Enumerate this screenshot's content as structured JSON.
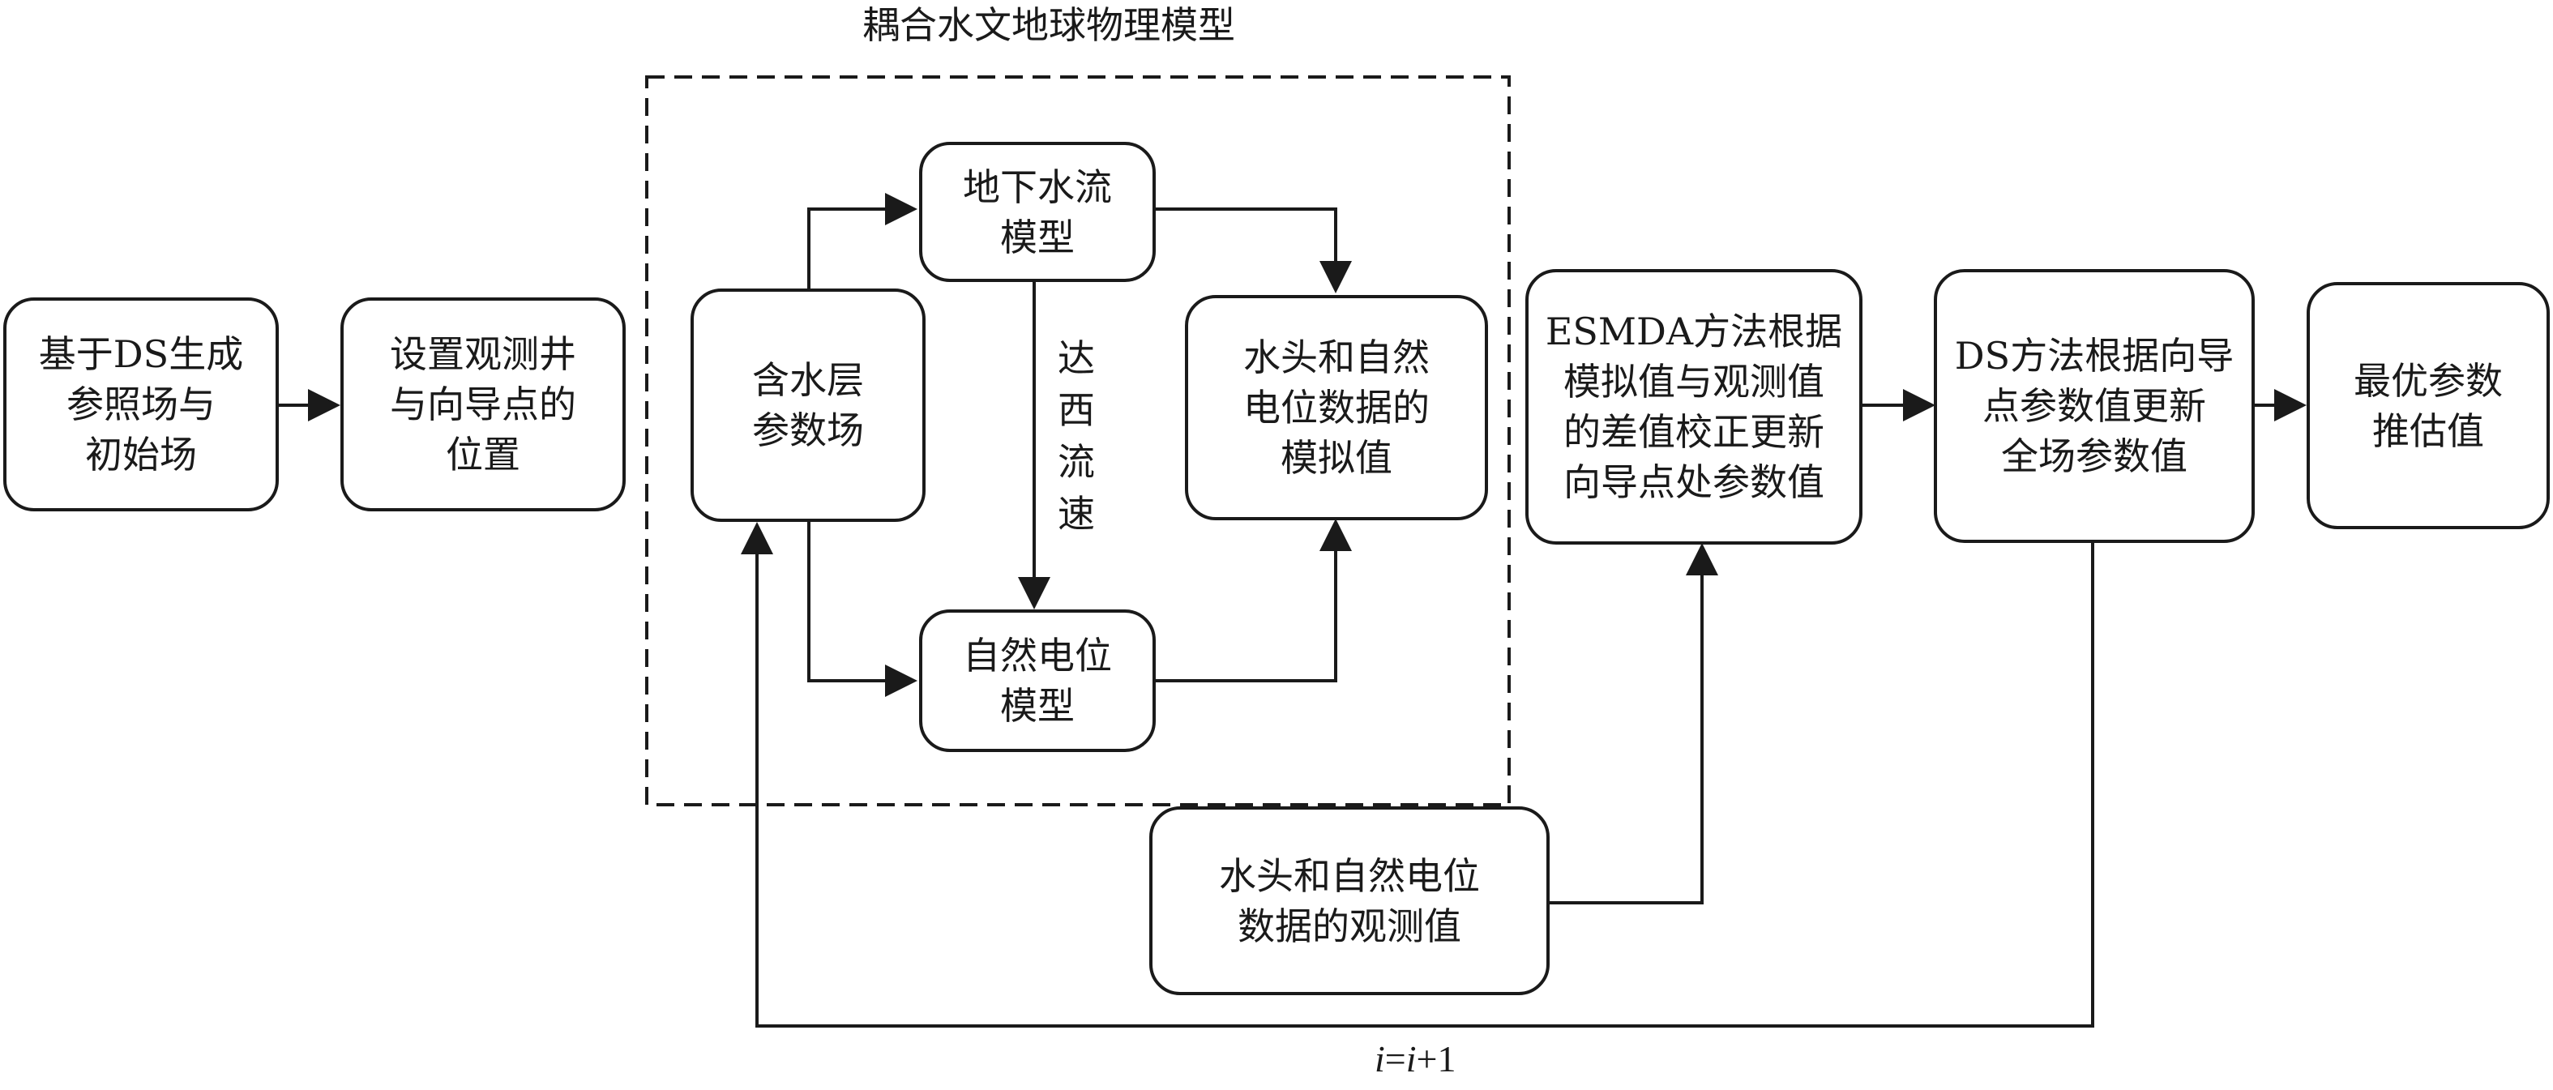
{
  "nodes": {
    "ds_init": "基于DS生成\n参照场与\n初始场",
    "obs_setup": "设置观测井\n与向导点的\n位置",
    "aquifer": "含水层\n参数场",
    "gw_model": "地下水流\n模型",
    "sp_model": "自然电位\n模型",
    "sim_values": "水头和自然\n电位数据的\n模拟值",
    "obs_values": "水头和自然电位\n数据的观测值",
    "esmda": "ESMDA方法根据\n模拟值与观测值\n的差值校正更新\n向导点处参数值",
    "ds_update": "DS方法根据向导\n点参数值更新\n全场参数值",
    "optimal": "最优参数\n推估值"
  },
  "labels": {
    "coupled_model": "耦合水文地球物理模型",
    "darcy": "达\n西\n流\n速",
    "iter_i": "i",
    "iter_eq": "=",
    "iter_i2": "i",
    "iter_plus": "+1"
  }
}
